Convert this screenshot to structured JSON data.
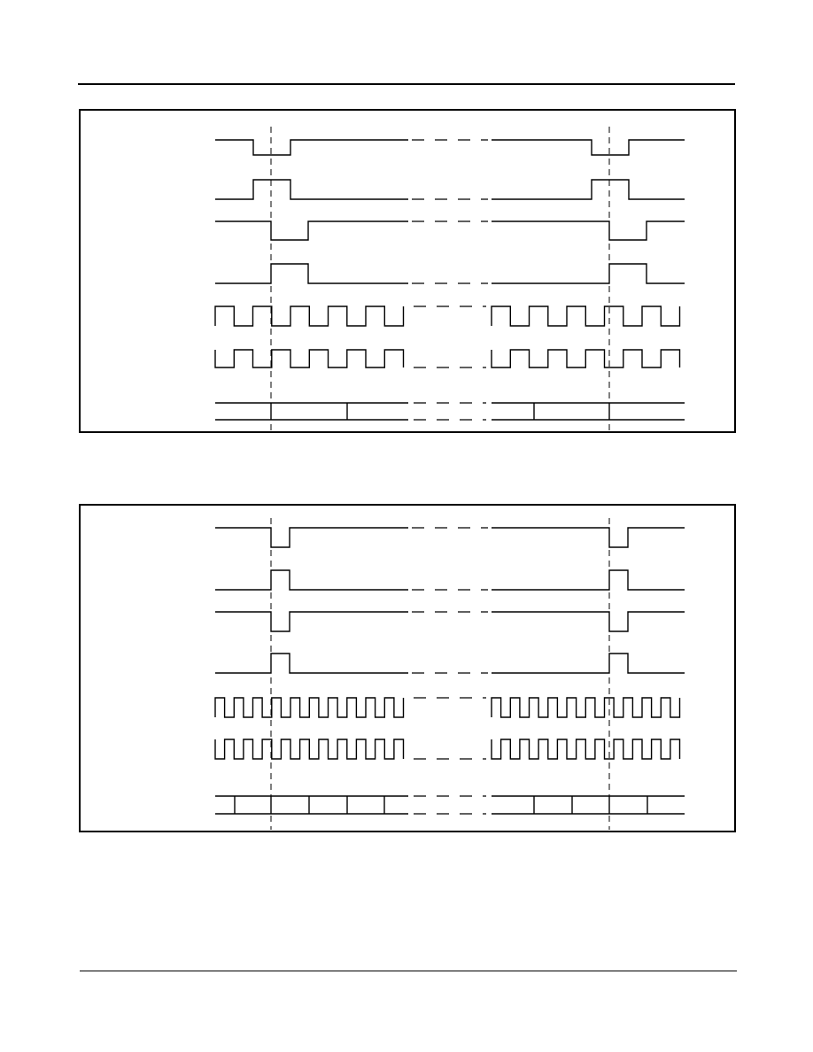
{
  "diagrams": [
    {
      "id": "timing-diagram-1",
      "signals": [
        {
          "kind": "pulse",
          "invert": true,
          "pre": 44,
          "width": 42
        },
        {
          "kind": "pulse",
          "invert": false,
          "pre": 44,
          "width": 42
        },
        {
          "kind": "pulse",
          "invert": true,
          "pre": 64,
          "width": 42
        },
        {
          "kind": "pulse",
          "invert": false,
          "pre": 64,
          "width": 42
        },
        {
          "kind": "clock",
          "invert": false,
          "period": 42.5
        },
        {
          "kind": "clock",
          "invert": true,
          "period": 42.5
        },
        {
          "kind": "bus"
        }
      ]
    },
    {
      "id": "timing-diagram-2",
      "signals": [
        {
          "kind": "pulse",
          "invert": true,
          "pre": 53,
          "width": 21
        },
        {
          "kind": "pulse",
          "invert": false,
          "pre": 53,
          "width": 21
        },
        {
          "kind": "pulse",
          "invert": true,
          "pre": 64,
          "width": 21
        },
        {
          "kind": "pulse",
          "invert": false,
          "pre": 64,
          "width": 21
        },
        {
          "kind": "clock",
          "invert": false,
          "period": 21.25
        },
        {
          "kind": "clock",
          "invert": true,
          "period": 21.25
        },
        {
          "kind": "bus"
        }
      ]
    }
  ]
}
